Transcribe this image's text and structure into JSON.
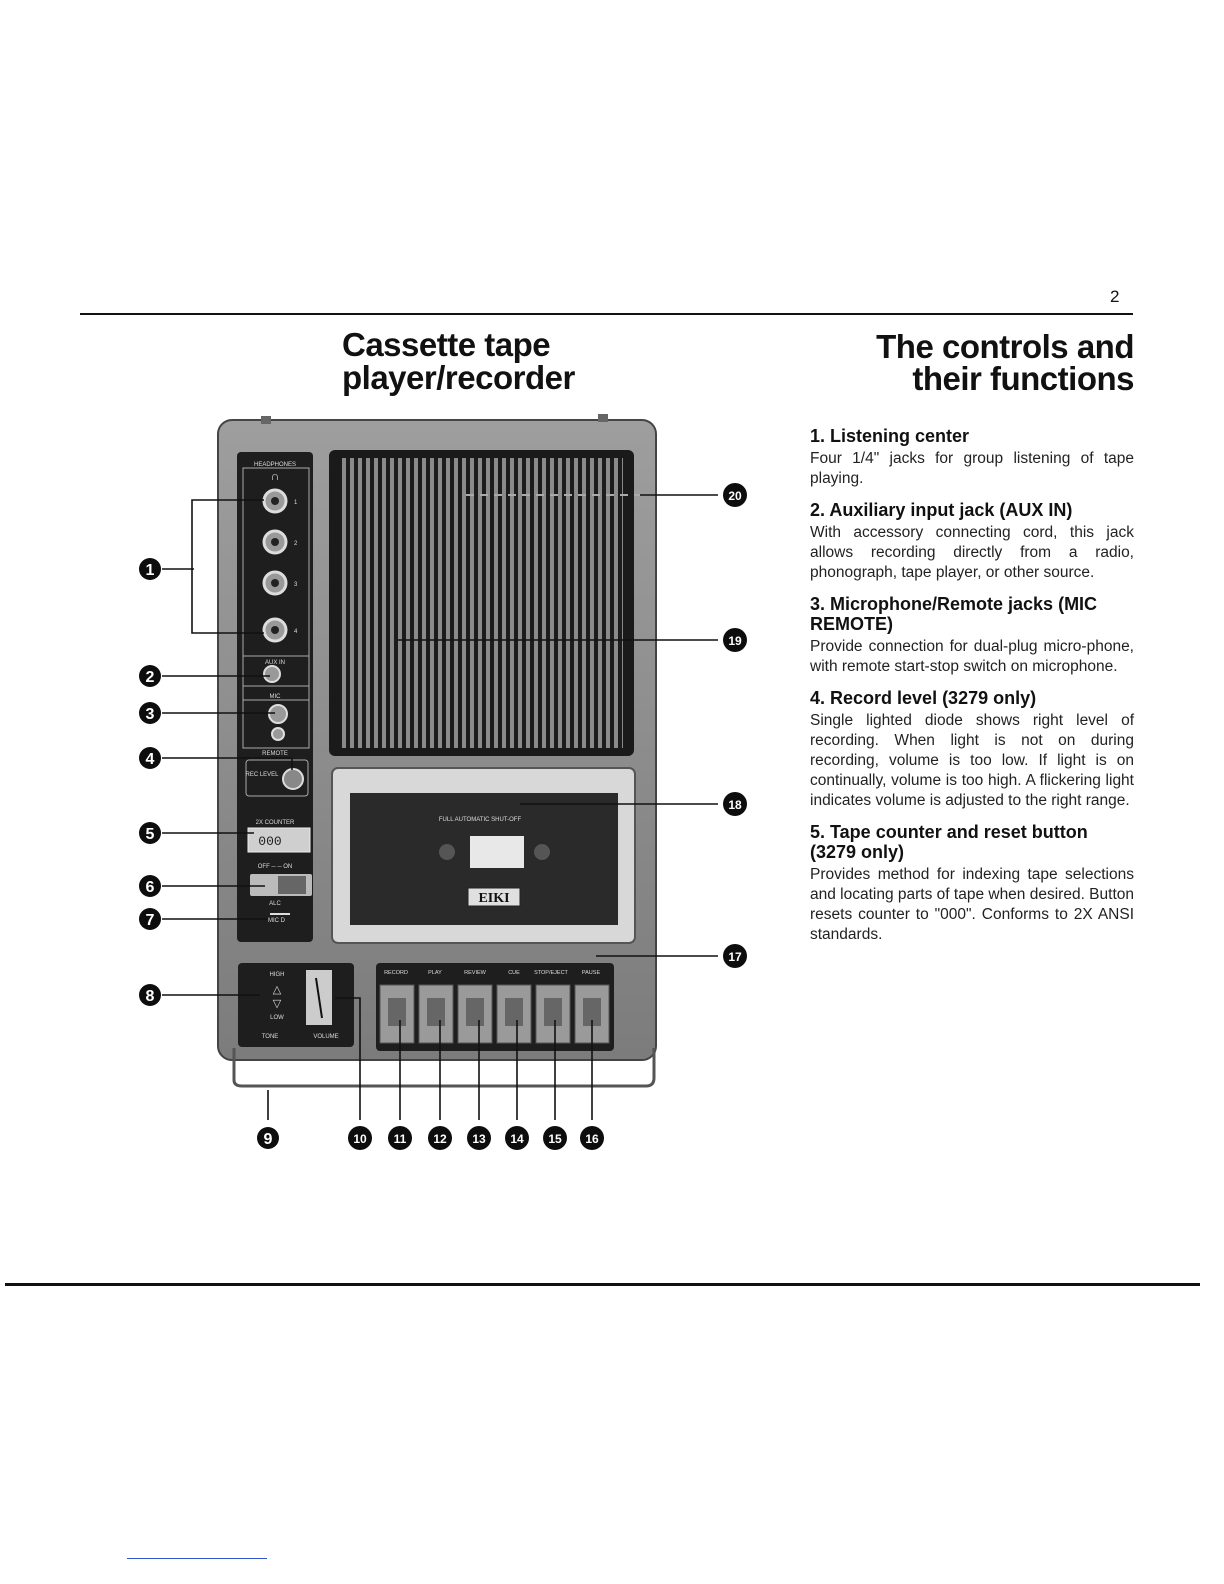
{
  "page_number": "2",
  "left_title": [
    "Cassette tape",
    "player/recorder"
  ],
  "right_title": [
    "The controls and",
    "their functions"
  ],
  "sections": [
    {
      "heading": "1. Listening center",
      "body": "Four 1/4\" jacks for group listening of tape playing."
    },
    {
      "heading": "2. Auxiliary input jack (AUX IN)",
      "body": "With accessory connecting cord, this jack allows recording directly from a radio, phonograph, tape player, or other source."
    },
    {
      "heading": "3. Microphone/Remote jacks (MIC REMOTE)",
      "body": "Provide connection for dual-plug micro-phone, with remote start-stop switch on microphone."
    },
    {
      "heading": "4. Record level (3279 only)",
      "body": "Single lighted diode shows right level of recording. When light is not on during recording, volume is too low. If light is on continually, volume is too high. A flickering light indicates volume is adjusted to the right range."
    },
    {
      "heading": "5. Tape counter and reset button (3279 only)",
      "body": "Provides method for indexing tape selections and locating parts of tape when desired. Button resets counter to \"000\". Conforms to 2X ANSI standards."
    }
  ],
  "device": {
    "panel_labels": {
      "headphones": "HEADPHONES",
      "aux_in": "AUX IN",
      "mic": "MIC",
      "remote": "REMOTE",
      "rec_level": "REC LEVEL",
      "counter": "2X COUNTER",
      "off_on": "OFF ─ ─ ON",
      "alc": "ALC",
      "mic_d": "MIC D",
      "high": "HIGH",
      "low": "LOW",
      "tone": "TONE",
      "volume": "VOLUME",
      "auto_shutoff": "FULL AUTOMATIC SHUT-OFF",
      "brand": "EIKI"
    },
    "jack_numbers": [
      "1",
      "2",
      "3",
      "4"
    ],
    "transport_labels": [
      "RECORD",
      "PLAY",
      "REVIEW",
      "CUE",
      "STOP/EJECT",
      "PAUSE"
    ],
    "callouts": [
      "1",
      "2",
      "3",
      "4",
      "5",
      "6",
      "7",
      "8",
      "9",
      "10",
      "11",
      "12",
      "13",
      "14",
      "15",
      "16",
      "17",
      "18",
      "19",
      "20"
    ]
  }
}
